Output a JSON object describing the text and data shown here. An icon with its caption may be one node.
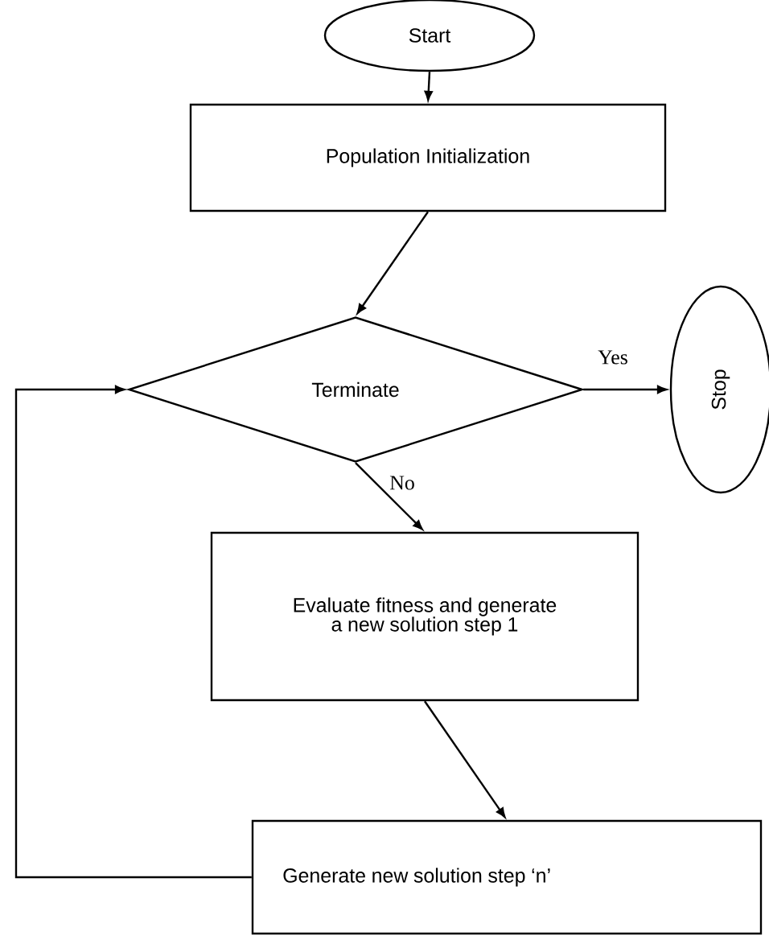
{
  "diagram": {
    "nodes": [
      {
        "text": [
          "Start"
        ]
      },
      {
        "text": [
          "Population Initialization"
        ]
      },
      {
        "text": [
          "Terminate"
        ]
      },
      {
        "text": [
          "Stop"
        ]
      },
      {
        "text": [
          "Evaluate fitness and generate a new solution step 1"
        ]
      },
      {
        "text": [
          "Generate new solution step ‘n’"
        ]
      }
    ],
    "edges": [
      {
        "from": 0,
        "to": 1,
        "arrow": "to"
      },
      {
        "from": 1,
        "to": 2,
        "arrow": "to"
      },
      {
        "from": 2,
        "to": 3,
        "arrow": "to",
        "label": "Yes"
      },
      {
        "from": 2,
        "to": 4,
        "arrow": "to",
        "label": "No"
      },
      {
        "from": 4,
        "to": 5,
        "arrow": "to"
      },
      {
        "from": 5,
        "to": 2,
        "arrow": "to"
      }
    ]
  }
}
